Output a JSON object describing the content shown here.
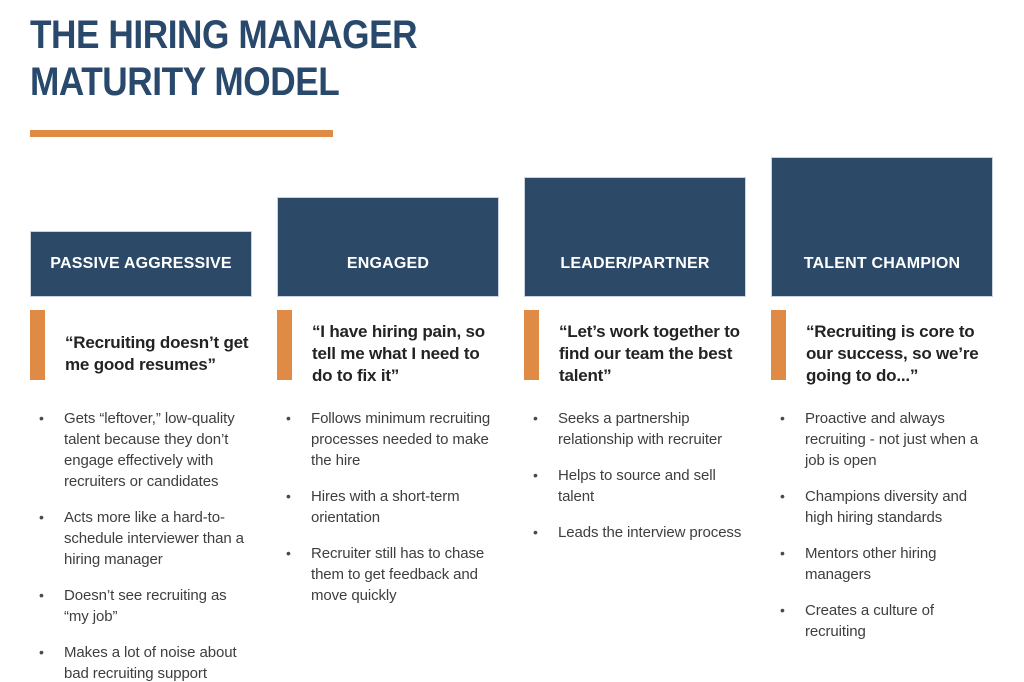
{
  "title": {
    "line1": "THE HIRING MANAGER",
    "line2": "MATURITY MODEL"
  },
  "colors": {
    "navy_title": "#28496C",
    "navy_box": "#2C4A67",
    "orange": "#DF8A45"
  },
  "columns": [
    {
      "id": "passive-aggressive",
      "level": 1,
      "header": "PASSIVE AGGRESSIVE",
      "quote": "“Recruiting doesn’t get me good resumes”",
      "bullets": [
        "Gets “leftover,” low-quality talent because they don’t engage effectively with recruiters or candidates",
        "Acts more like a hard-to-schedule interviewer than a hiring manager",
        "Doesn’t see recruiting as “my job”",
        "Makes a lot of noise about bad recruiting support"
      ]
    },
    {
      "id": "engaged",
      "level": 2,
      "header": "ENGAGED",
      "quote": "“I have hiring pain, so tell me what I need to do to fix it”",
      "bullets": [
        "Follows minimum recruiting processes needed to make the hire",
        "Hires with a short-term orientation",
        "Recruiter still has to chase them to get feedback and move quickly"
      ]
    },
    {
      "id": "leader-partner",
      "level": 3,
      "header": "LEADER/PARTNER",
      "quote": "“Let’s work together to find our team the best talent”",
      "bullets": [
        "Seeks a partnership relationship with recruiter",
        "Helps to source and sell talent",
        "Leads the interview process"
      ]
    },
    {
      "id": "talent-champion",
      "level": 4,
      "header": "TALENT CHAMPION",
      "quote": "“Recruiting is core to our success, so we’re going to do...”",
      "bullets": [
        "Proactive and always recruiting - not just when a job is open",
        "Champions diversity and high hiring standards",
        "Mentors other hiring managers",
        "Creates a culture of recruiting"
      ]
    }
  ]
}
